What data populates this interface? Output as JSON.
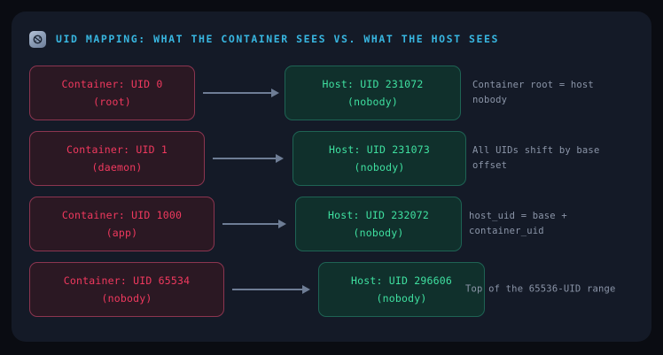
{
  "header": {
    "icon": "shield-sync-icon",
    "title": "UID MAPPING: WHAT THE CONTAINER SEES VS. WHAT THE HOST SEES",
    "title_color": "#38b6e0"
  },
  "colors": {
    "page_background": "#0a0c12",
    "panel_background": "#141a27",
    "container_card_bg": "#2b1823",
    "container_card_border": "#8c3550",
    "container_text": "#f0395e",
    "host_card_bg": "#10302c",
    "host_card_border": "#1e6354",
    "host_text": "#3fe0a0",
    "arrow": "#6e7d95",
    "note_text": "#8b95a8"
  },
  "rows": [
    {
      "container": {
        "line1": "Container: UID 0",
        "line2": "(root)"
      },
      "host": {
        "line1": "Host: UID 231072",
        "line2": "(nobody)"
      },
      "note": "Container root = host nobody",
      "arrow": "arrow-right"
    },
    {
      "container": {
        "line1": "Container: UID 1",
        "line2": "(daemon)"
      },
      "host": {
        "line1": "Host: UID 231073",
        "line2": "(nobody)"
      },
      "note": "All UIDs shift by base offset",
      "arrow": "arrow-right"
    },
    {
      "container": {
        "line1": "Container: UID 1000",
        "line2": "(app)"
      },
      "host": {
        "line1": "Host: UID 232072",
        "line2": "(nobody)"
      },
      "note": "host_uid = base + container_uid",
      "arrow": "arrow-right"
    },
    {
      "container": {
        "line1": "Container: UID 65534",
        "line2": "(nobody)"
      },
      "host": {
        "line1": "Host: UID 296606",
        "line2": "(nobody)"
      },
      "note": "Top of the 65536-UID range",
      "arrow": "arrow-right"
    }
  ]
}
